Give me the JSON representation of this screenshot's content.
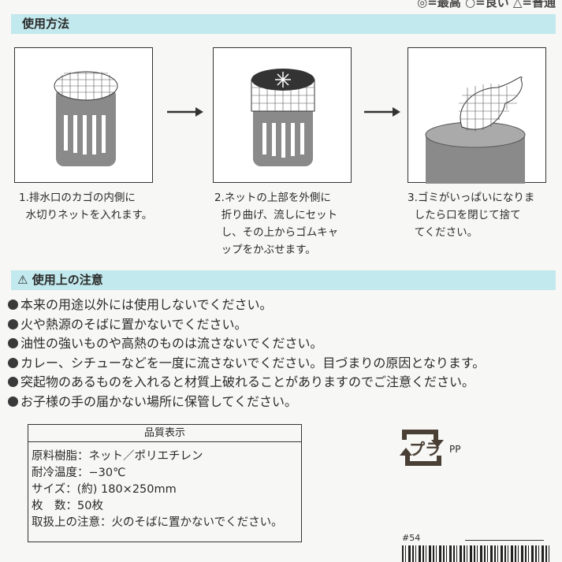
{
  "rating_legend": "◎=最高 ○=良い △=普通",
  "usage": {
    "title": "使用方法",
    "steps": [
      {
        "caption": "1.排水口のカゴの内側に\n  水切りネットを入れます。"
      },
      {
        "caption": "2.ネットの上部を外側に\n  折り曲げ、流しにセット\n  し、その上からゴムキャ\n  ップをかぶせます。"
      },
      {
        "caption": "3.ゴミがいっぱいになりま\n  したら口を閉じて捨て\n  てください。"
      }
    ]
  },
  "cautions": {
    "title": "使用上の注意",
    "icon": "warning-icon",
    "items": [
      "本来の用途以外には使用しないでください。",
      "火や熱源のそばに置かないでください。",
      "油性の強いものや高熱のものは流さないでください。",
      "カレー、シチューなどを一度に流さないでください。目づまりの原因となります。",
      "突起物のあるものを入れると材質上破れることがありますのでご注意ください。",
      "お子様の手の届かない場所に保管してください。"
    ]
  },
  "quality": {
    "title": "品質表示",
    "lines": [
      "原料樹脂：ネット／ポリエチレン",
      "耐冷温度：−30℃",
      "サイズ：(約) 180×250mm",
      "枚　数：50枚",
      "取扱上の注意：火のそばに置かないでください。"
    ]
  },
  "recycle": {
    "mark": "プラ",
    "material": "PP"
  },
  "code": "#54"
}
